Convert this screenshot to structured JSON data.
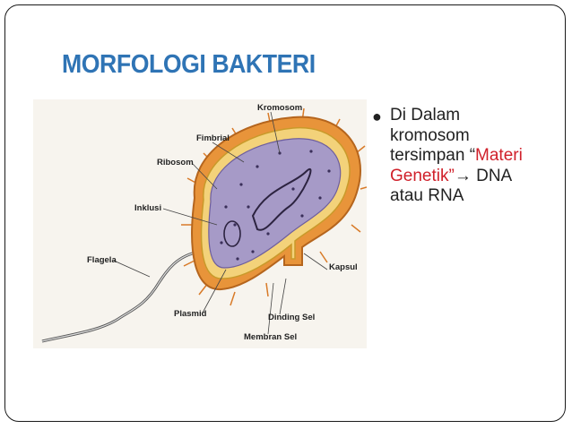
{
  "slide": {
    "title": "MORFOLOGI BAKTERI",
    "bullet": {
      "line1": "Di Dalam",
      "line2": "kromosom",
      "line3_prefix": "tersimpan “",
      "line3_red": "Materi",
      "line4_red": "Genetik”",
      "arrow": "→",
      "line4_suffix": " DNA",
      "line5": "atau RNA"
    }
  },
  "diagram": {
    "labels": {
      "kromosom": "Kromosom",
      "fimbrial": "Fimbrial",
      "ribosom": "Ribosom",
      "inklusi": "Inklusi",
      "flagela": "Flagela",
      "plasmid": "Plasmid",
      "membran": "Membran Sel",
      "dinding": "Dinding Sel",
      "kapsul": "Kapsul"
    }
  },
  "colors": {
    "title": "#2f74b5",
    "accent_red": "#d0202a",
    "capsule": "#e8943a",
    "cytoplasm": "#a69ac7"
  }
}
